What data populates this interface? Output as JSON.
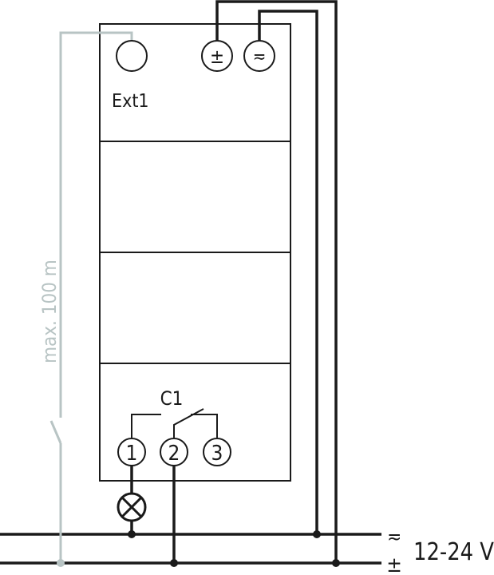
{
  "device": {
    "input_label": "Ext1",
    "supply_terminal_plus": "±",
    "supply_terminal_ac": "≂",
    "contact_label": "C1",
    "terminals": [
      "1",
      "2",
      "3"
    ]
  },
  "cable_length_label": "max. 100 m",
  "supply": {
    "line_ac_symbol": "≂",
    "line_plus_symbol": "±",
    "voltage_label": "12-24 V"
  },
  "colors": {
    "wire": "#1a1a1a",
    "control_wire": "#b8c4c4"
  }
}
